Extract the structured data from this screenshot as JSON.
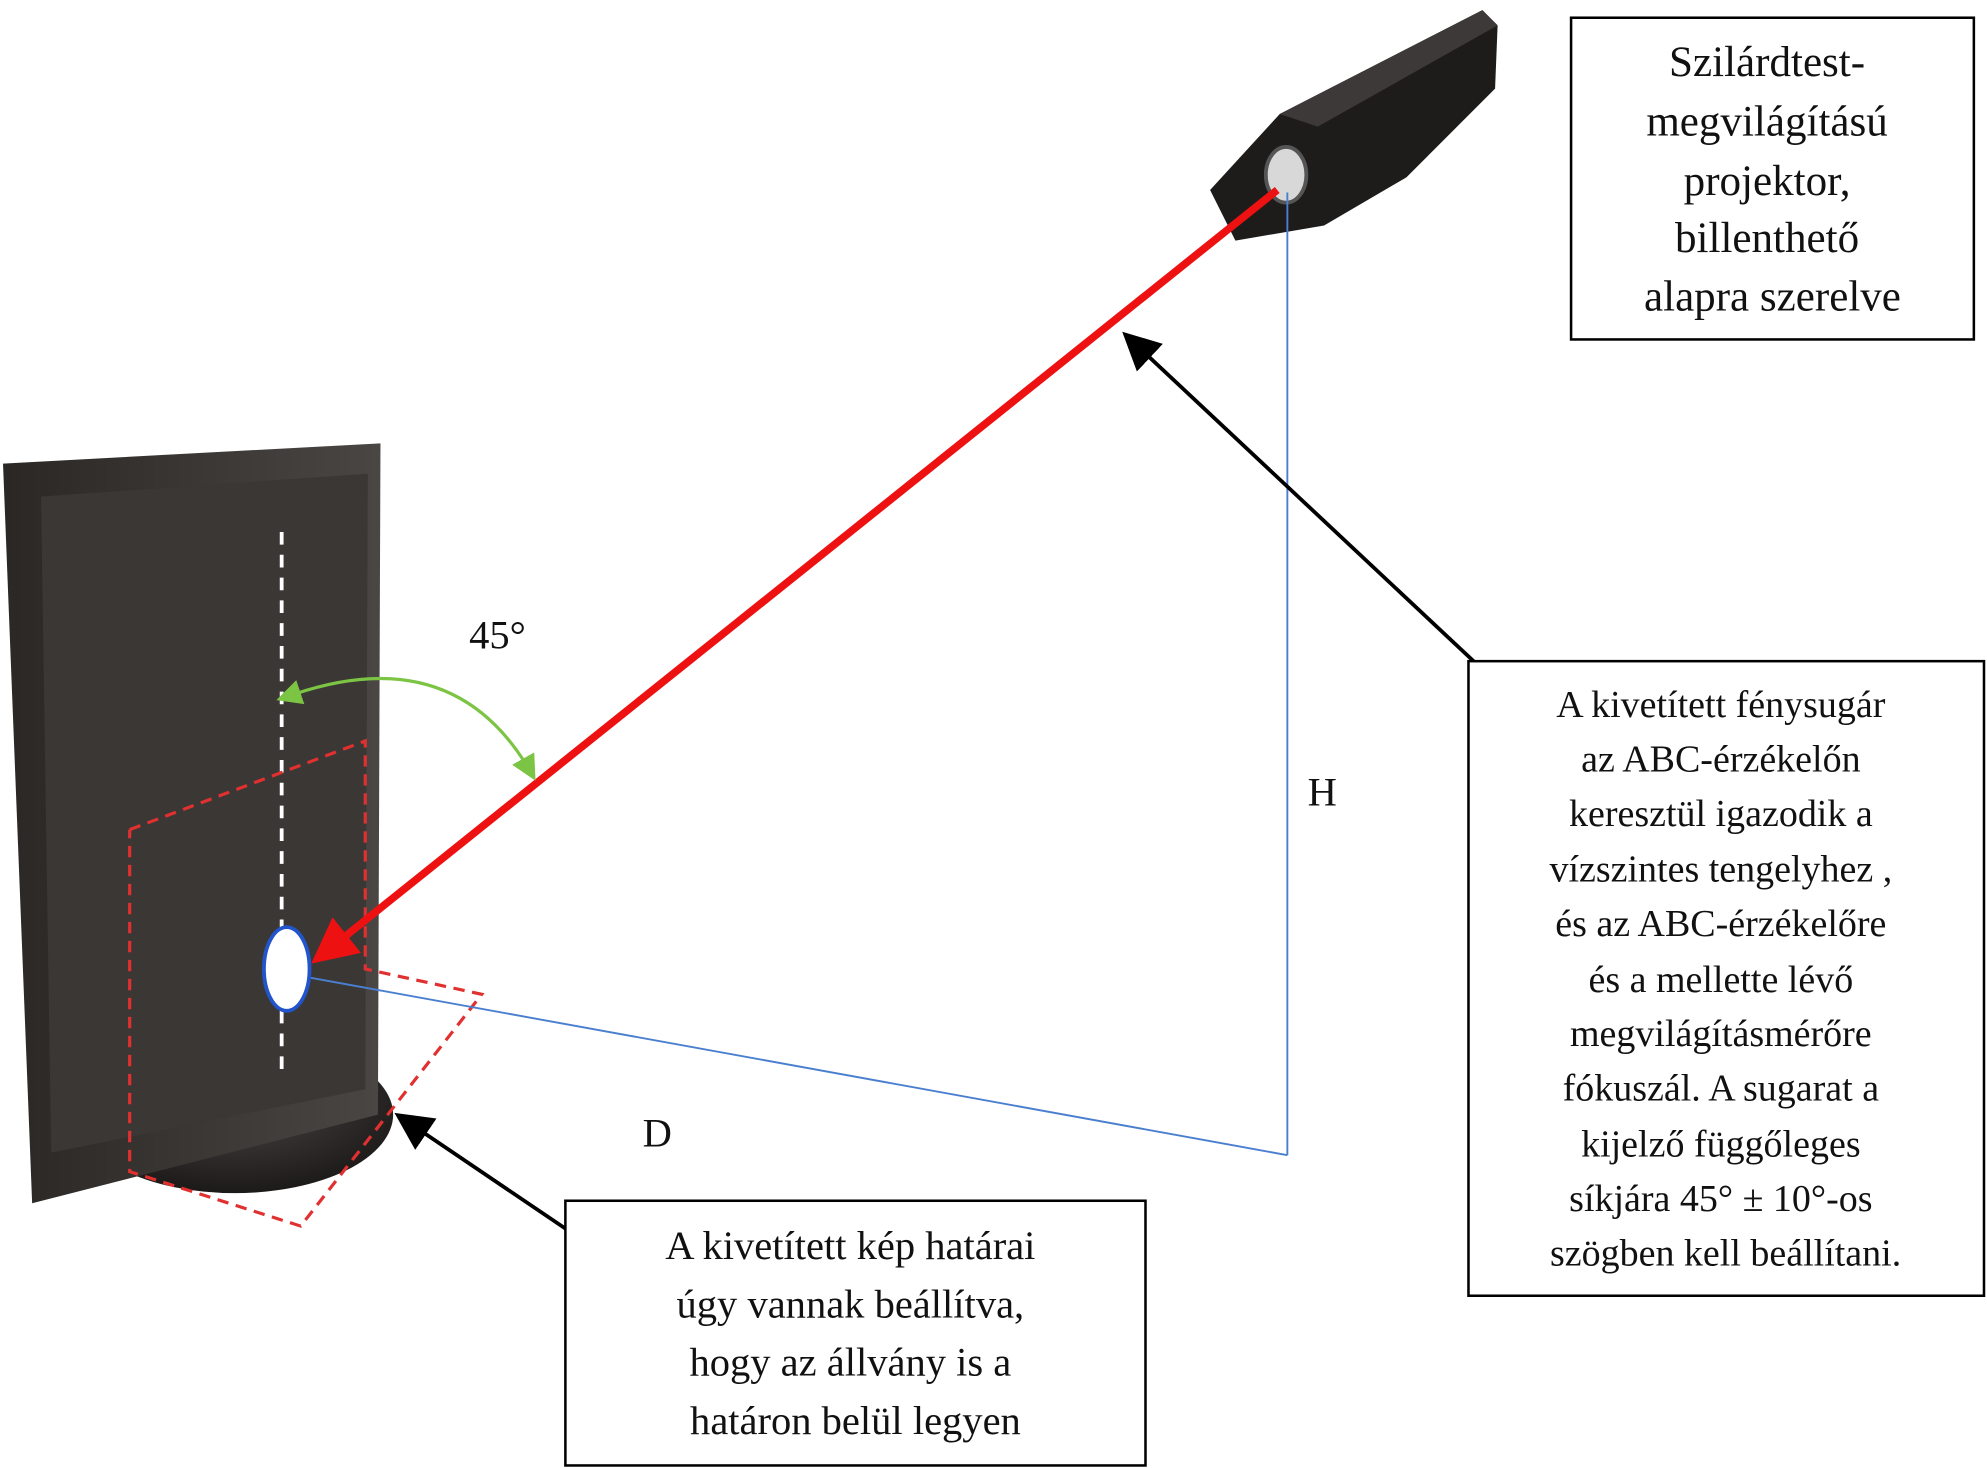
{
  "labels": {
    "angle": "45°",
    "height": "H",
    "distance": "D"
  },
  "projector_box": {
    "lines": [
      "Szilárdtest-",
      "megvilágítású",
      "projektor,",
      "billenthető",
      "alapra szerelve"
    ]
  },
  "beam_box": {
    "lines": [
      "A kivetített fénysugár",
      "az ABC-érzékelőn",
      "keresztül igazodik a",
      "vízszintes tengelyhez ,",
      "és az ABC-érzékelőre",
      "és a mellette lévő",
      "megvilágításmérőre",
      "fókuszál. A sugarat a",
      "kijelző függőleges",
      "síkjára 45° ± 10°-os",
      "szögben kell beállítani."
    ]
  },
  "image_box": {
    "lines": [
      "A kivetített kép határai",
      "úgy vannak beállítva,",
      "hogy az állvány is a",
      "határon belül legyen"
    ]
  },
  "colors": {
    "beam": "#ee1111",
    "guide_lines": "#4a7fd0",
    "angle_arc": "#7cc444",
    "image_boundary": "#e03030"
  }
}
